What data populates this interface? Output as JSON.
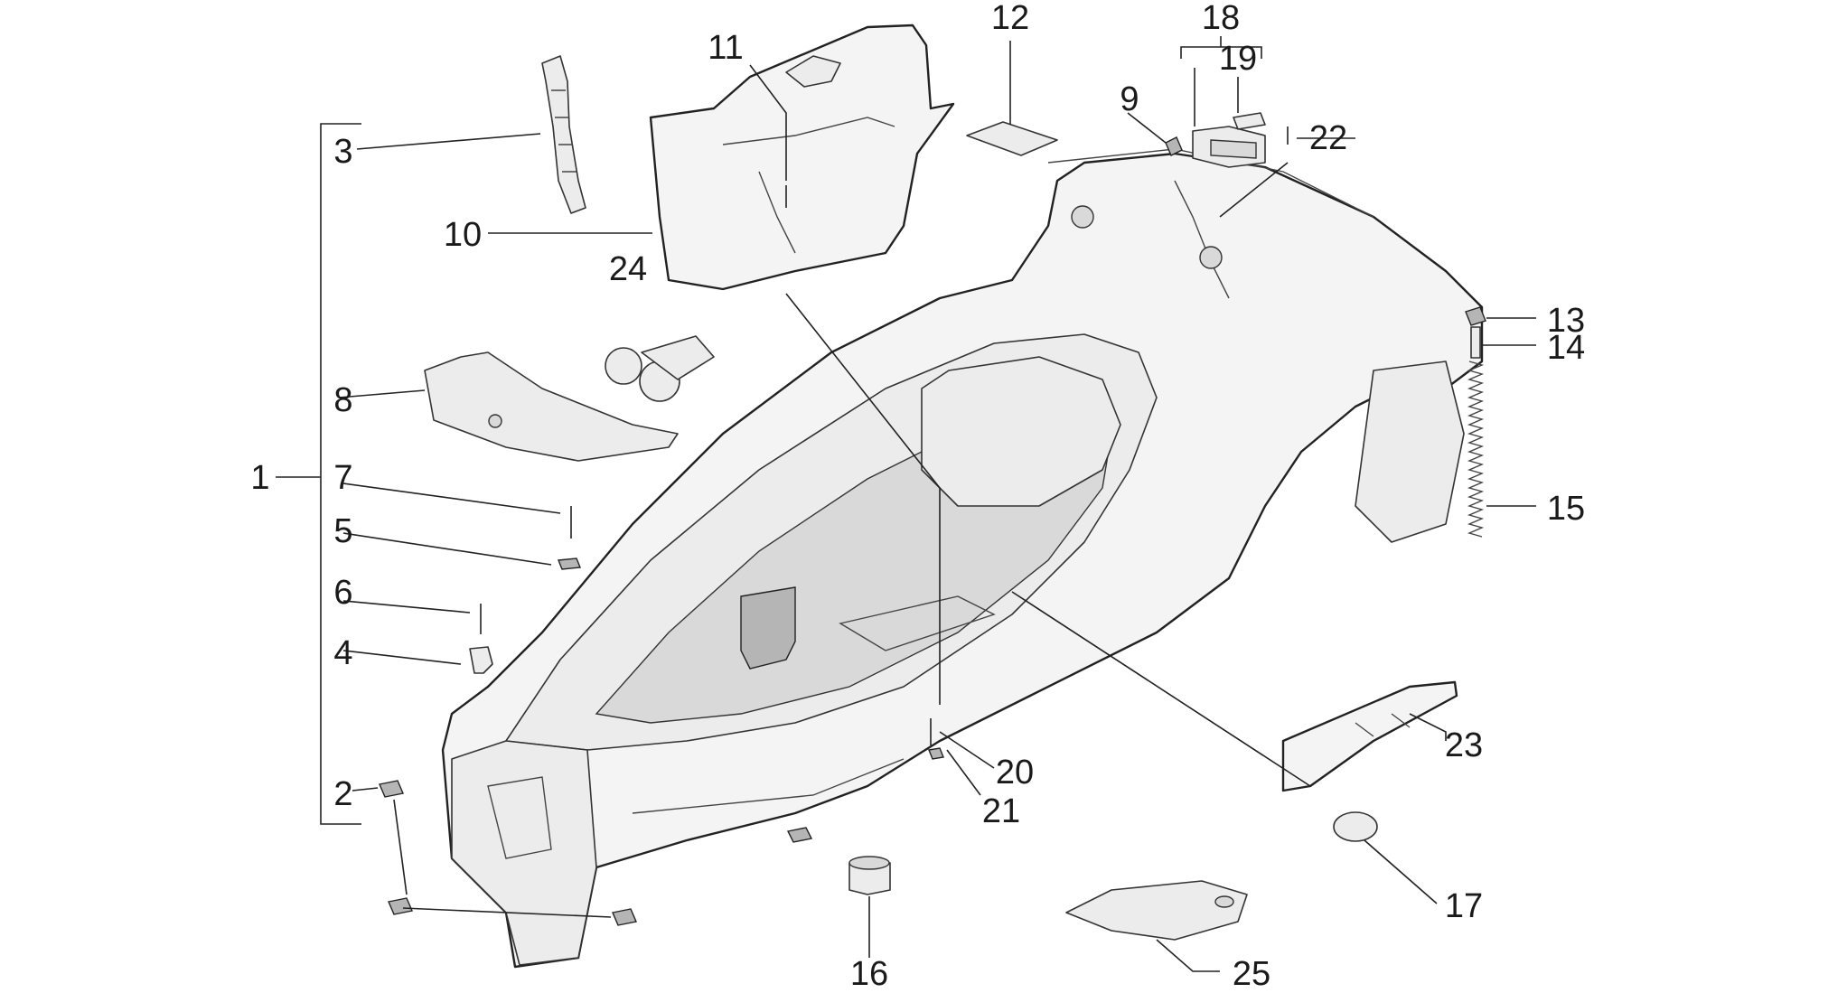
{
  "diagram": {
    "part_numbers": {
      "p1": "1",
      "p2": "2",
      "p3": "3",
      "p4": "4",
      "p5": "5",
      "p6": "6",
      "p7": "7",
      "p8": "8",
      "p9": "9",
      "p10": "10",
      "p11": "11",
      "p12": "12",
      "p13": "13",
      "p14": "14",
      "p15": "15",
      "p16": "16",
      "p17": "17",
      "p18": "18",
      "p19": "19",
      "p20": "20",
      "p21": "21",
      "p22": "22",
      "p23": "23",
      "p24": "24",
      "p25": "25"
    },
    "colors": {
      "line": "#222222",
      "fill": "#f4f4f4",
      "shade": "#d9d9d9",
      "background": "#ffffff"
    }
  }
}
